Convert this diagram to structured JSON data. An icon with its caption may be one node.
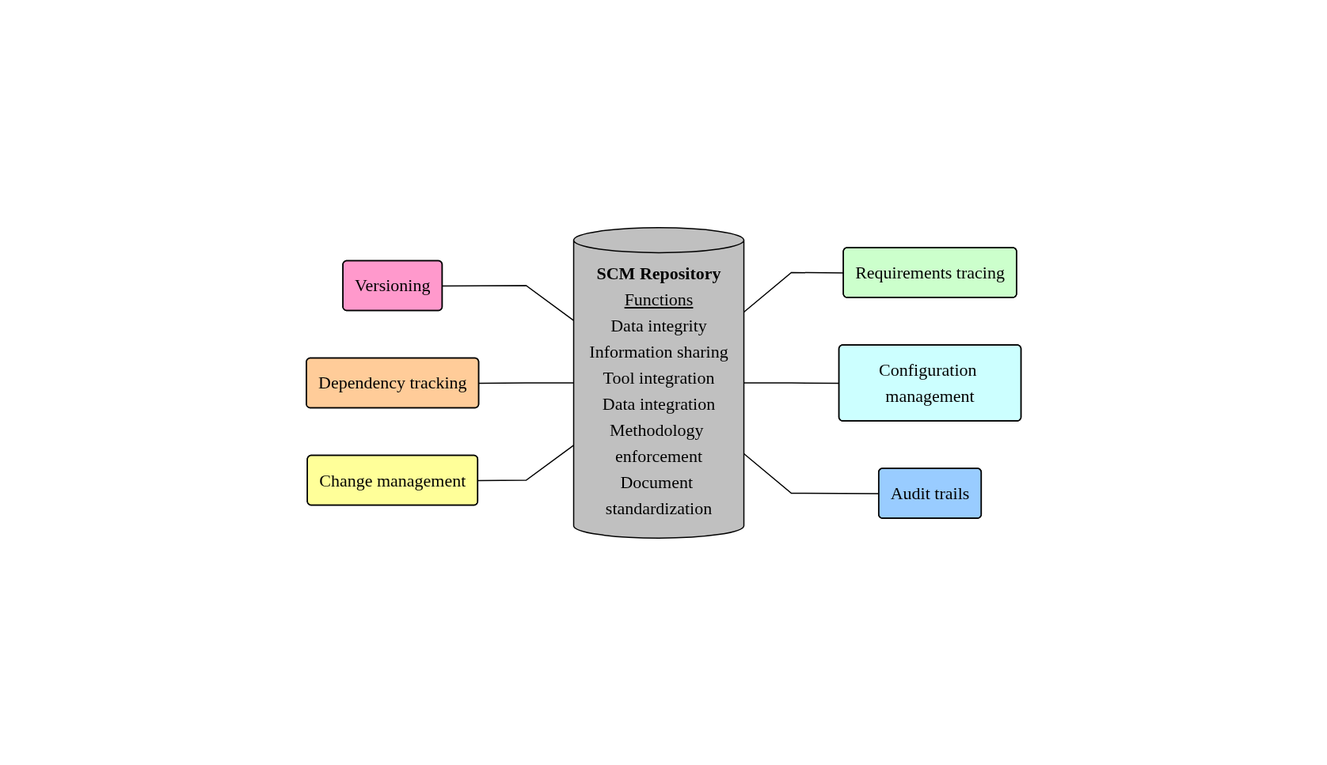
{
  "diagram": {
    "nodes": [
      {
        "text": [
          "Versioning"
        ]
      },
      {
        "text": [
          "Requirements tracing"
        ]
      },
      {
        "text": [
          "SCM Repository",
          "Functions",
          "Data integrity",
          "Information sharing",
          "Tool integration",
          "Data integration",
          "Methodology enforcement",
          "Document standardization"
        ]
      },
      {
        "text": [
          "Dependency tracking"
        ]
      },
      {
        "text": [
          "Configuration management"
        ]
      },
      {
        "text": [
          "Change management"
        ]
      },
      {
        "text": [
          "Audit trails"
        ]
      }
    ],
    "edges": [
      {
        "from": 0,
        "to": 2,
        "arrow": "none"
      },
      {
        "from": 2,
        "to": 1,
        "arrow": "none"
      },
      {
        "from": 3,
        "to": 2,
        "arrow": "none"
      },
      {
        "from": 2,
        "to": 4,
        "arrow": "none"
      },
      {
        "from": 5,
        "to": 2,
        "arrow": "none"
      },
      {
        "from": 2,
        "to": 6,
        "arrow": "none"
      }
    ]
  }
}
